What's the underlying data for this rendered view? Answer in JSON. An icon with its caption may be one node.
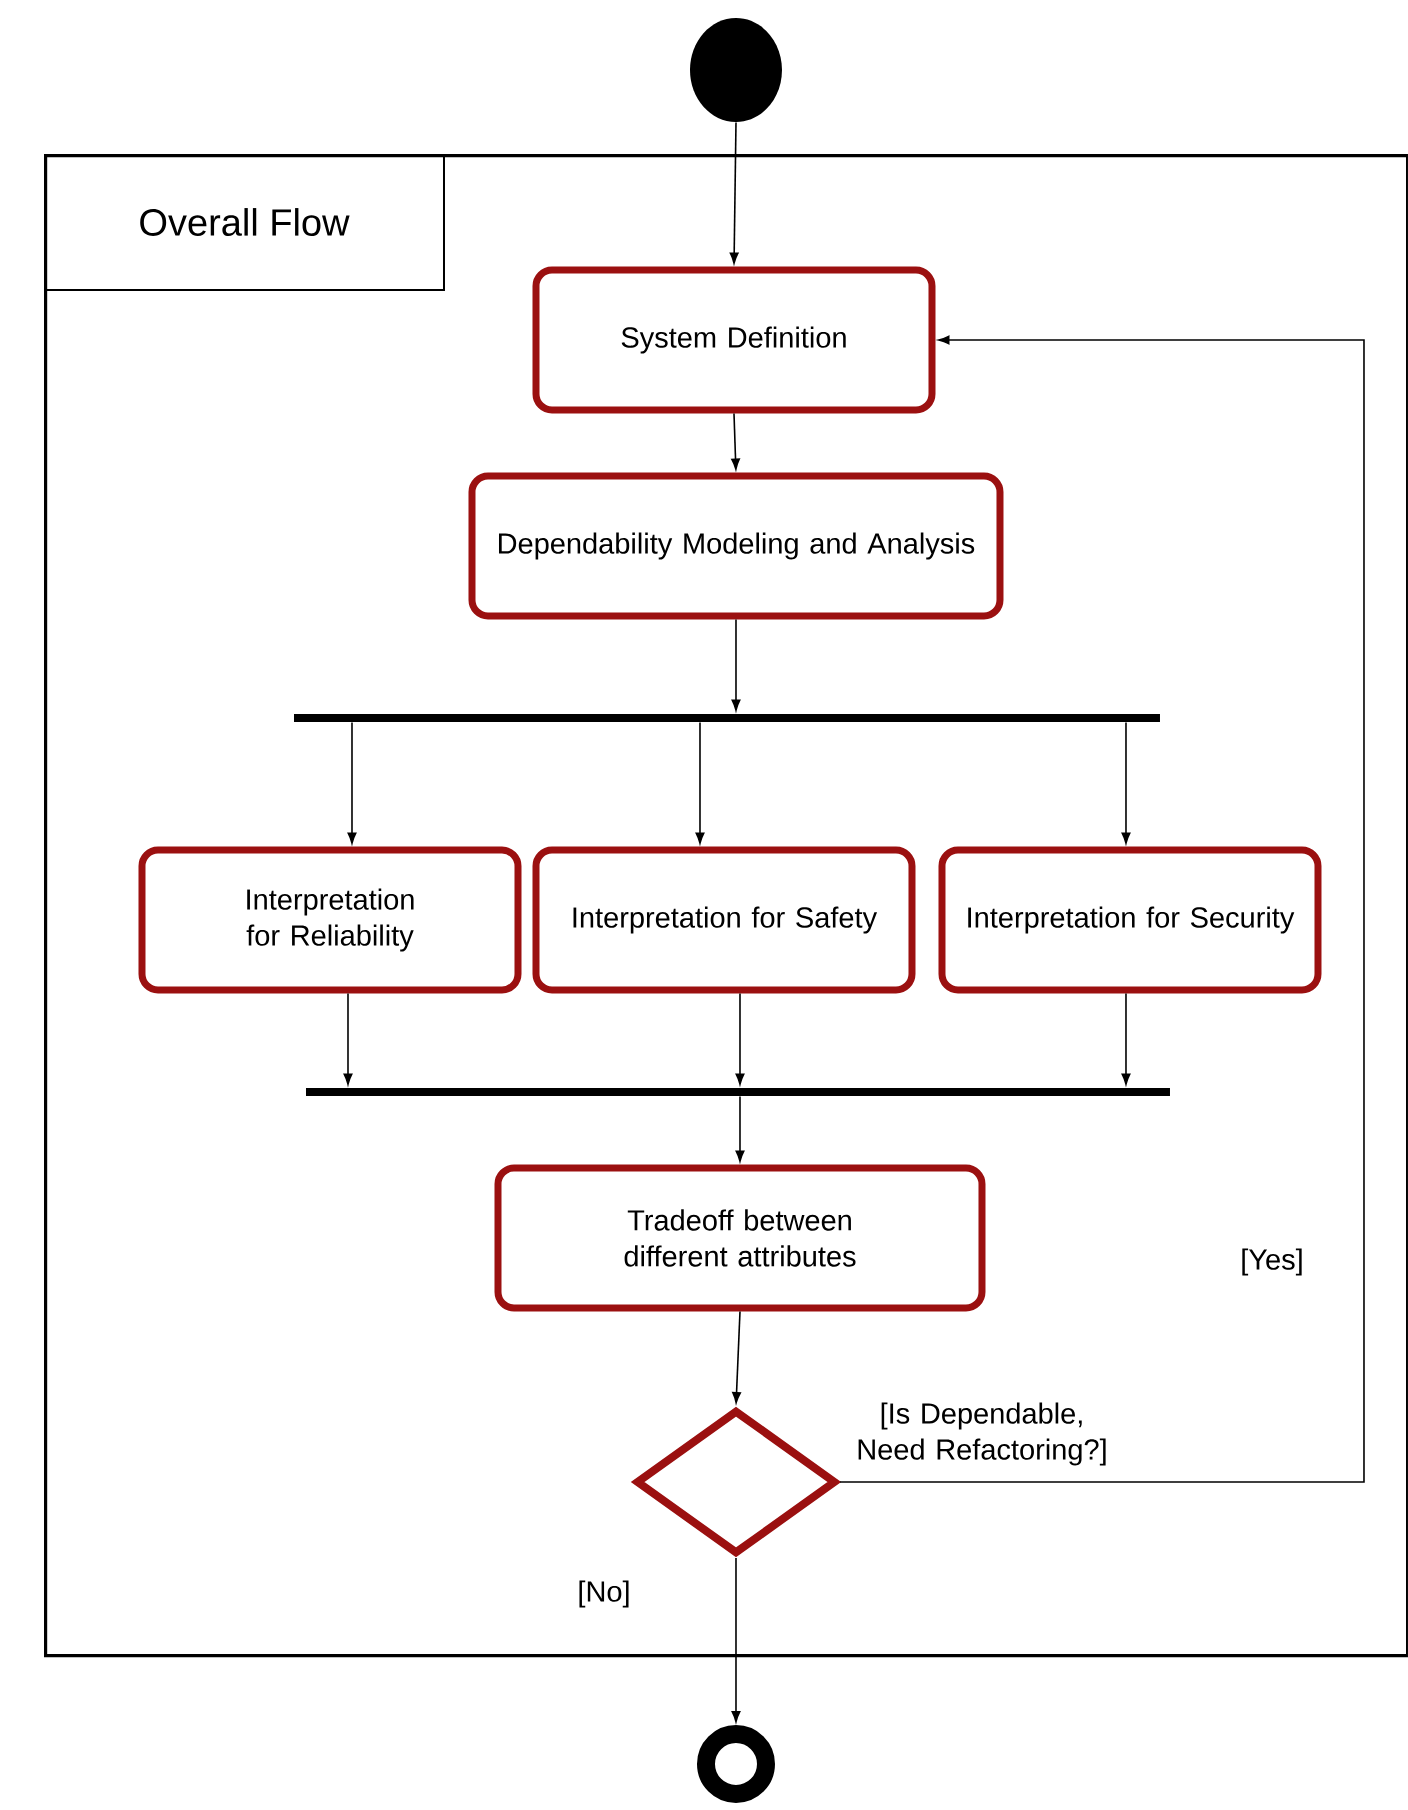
{
  "diagram": {
    "nodes": [
      {
        "text": [],
        "shape": "circle"
      },
      {
        "text": [
          "Overall Flow"
        ]
      },
      {
        "text": [
          "System Definition"
        ],
        "in": 1
      },
      {
        "text": [
          "Dependability Modeling and Analysis"
        ],
        "in": 1
      },
      {
        "text": [],
        "shape": "bar",
        "in": 1
      },
      {
        "text": [
          "Interpretation for Reliability"
        ],
        "in": 1
      },
      {
        "text": [
          "Interpretation for Safety"
        ],
        "in": 1
      },
      {
        "text": [
          "Interpretation for Security"
        ],
        "in": 1
      },
      {
        "text": [],
        "shape": "bar",
        "in": 1
      },
      {
        "text": [
          "Tradeoff between different attributes"
        ],
        "in": 1
      },
      {
        "text": [],
        "shape": "diamond",
        "in": 1,
        "beside": [
          "[Is Dependable, Need Refactoring?]"
        ]
      },
      {
        "text": [],
        "shape": "circle"
      }
    ],
    "edges": [
      {
        "from": 0,
        "to": 2,
        "arrow": "to"
      },
      {
        "from": 2,
        "to": 3,
        "arrow": "to"
      },
      {
        "from": 3,
        "to": 4,
        "arrow": "to"
      },
      {
        "from": 4,
        "to": 5,
        "arrow": "to"
      },
      {
        "from": 4,
        "to": 6,
        "arrow": "to"
      },
      {
        "from": 4,
        "to": 7,
        "arrow": "to"
      },
      {
        "from": 5,
        "to": 8,
        "arrow": "to"
      },
      {
        "from": 6,
        "to": 8,
        "arrow": "to"
      },
      {
        "from": 7,
        "to": 8,
        "arrow": "to"
      },
      {
        "from": 8,
        "to": 9,
        "arrow": "to"
      },
      {
        "from": 9,
        "to": 10,
        "arrow": "to"
      },
      {
        "from": 10,
        "to": 2,
        "arrow": "to",
        "label": "[Yes]"
      },
      {
        "from": 10,
        "to": 11,
        "arrow": "to",
        "label": "[No]"
      }
    ]
  }
}
